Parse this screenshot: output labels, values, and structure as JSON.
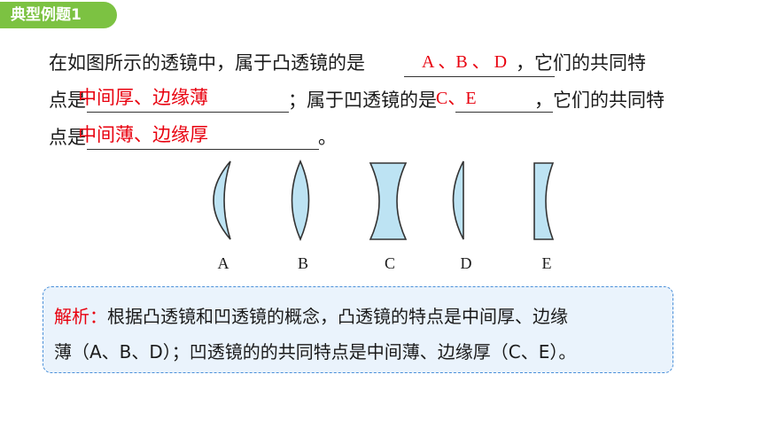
{
  "header": {
    "badge": "典型例题1"
  },
  "question": {
    "line1_a": "在如图所示的透镜中，属于凸透镜的是",
    "line1_b": "，它们的共同特",
    "line2_a": "点是",
    "line2_b": "；属于凹透镜的是",
    "line2_c": "，它们的共同特",
    "line3_a": "点是",
    "line3_b": "。"
  },
  "answers": {
    "convex_lenses": "A 、B 、 D",
    "convex_feature": "中间厚、边缘薄",
    "concave_lenses": "C、E",
    "concave_feature": "中间薄、边缘厚"
  },
  "lenses": [
    {
      "label": "A"
    },
    {
      "label": "B"
    },
    {
      "label": "C"
    },
    {
      "label": "D"
    },
    {
      "label": "E"
    }
  ],
  "explanation": {
    "label": "解析：",
    "line1": "根据凸透镜和凹透镜的概念，凸透镜的特点是中间厚、边缘",
    "line2": "薄（A、B、D）；凹透镜的的共同特点是中间薄、边缘厚（C、E）。"
  },
  "colors": {
    "badge": "#7cc242",
    "answer": "#e8000e",
    "lens_fill": "#bde3f3",
    "explain_bg": "#eaf3fc",
    "explain_border": "#4a90d9"
  }
}
